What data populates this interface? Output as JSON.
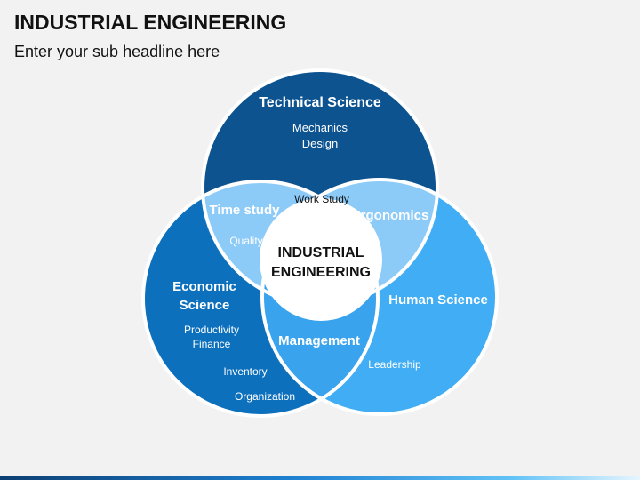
{
  "header": {
    "title": "INDUSTRIAL ENGINEERING",
    "subtitle": "Enter your sub headline here"
  },
  "colors": {
    "background": "#f2f2f2",
    "technical": "#0d5390",
    "economic": "#0d70bd",
    "human": "#40adf4",
    "overlap_light": "#8ccbf8",
    "overlap_management": "#3aa3ee",
    "center": "#ffffff",
    "outline": "#ffffff"
  },
  "venn": {
    "technical": {
      "title": "Technical Science",
      "items": [
        "Mechanics",
        "Design"
      ]
    },
    "economic": {
      "title_lines": [
        "Economic",
        "Science"
      ],
      "items": [
        "Productivity",
        "Finance",
        "Inventory",
        "Organization"
      ]
    },
    "human": {
      "title": "Human Science",
      "items": [
        "Leadership"
      ]
    },
    "overlaps": {
      "technical_economic": {
        "label": "Time study",
        "item": "Quality"
      },
      "technical_human": {
        "label": "Ergonomics"
      },
      "economic_human": {
        "label": "Management"
      },
      "top_label": "Work Study"
    },
    "center": {
      "lines": [
        "INDUSTRIAL",
        "ENGINEERING"
      ]
    }
  }
}
